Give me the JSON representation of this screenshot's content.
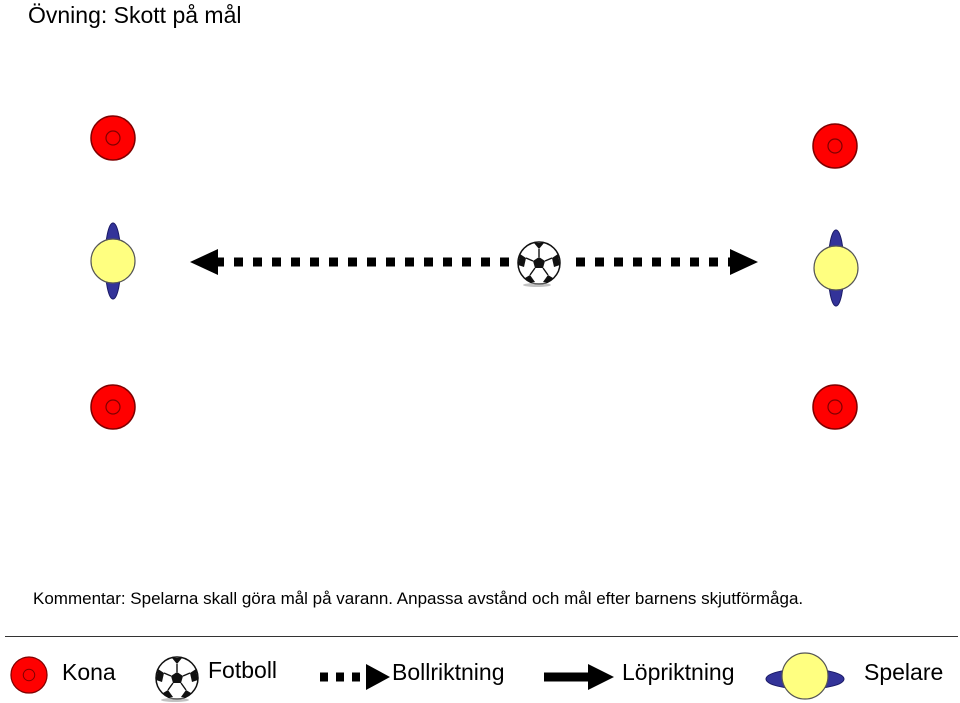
{
  "title": "Övning: Skott på mål",
  "comment": "Kommentar: Spelarna skall göra mål på varann. Anpassa avstånd och mål efter barnens skjutförmåga.",
  "legend": {
    "cone": "Kona",
    "ball": "Fotboll",
    "ball_direction": "Bollriktning",
    "run_direction": "Löpriktning",
    "player": "Spelare"
  },
  "colors": {
    "cone": "#ff0000",
    "player_body": "#ffff80",
    "player_shoulders": "#333399",
    "arrow": "#000000"
  },
  "icons": [
    "cone-icon",
    "football-icon",
    "player-icon",
    "ball-direction-arrow",
    "run-direction-arrow"
  ]
}
